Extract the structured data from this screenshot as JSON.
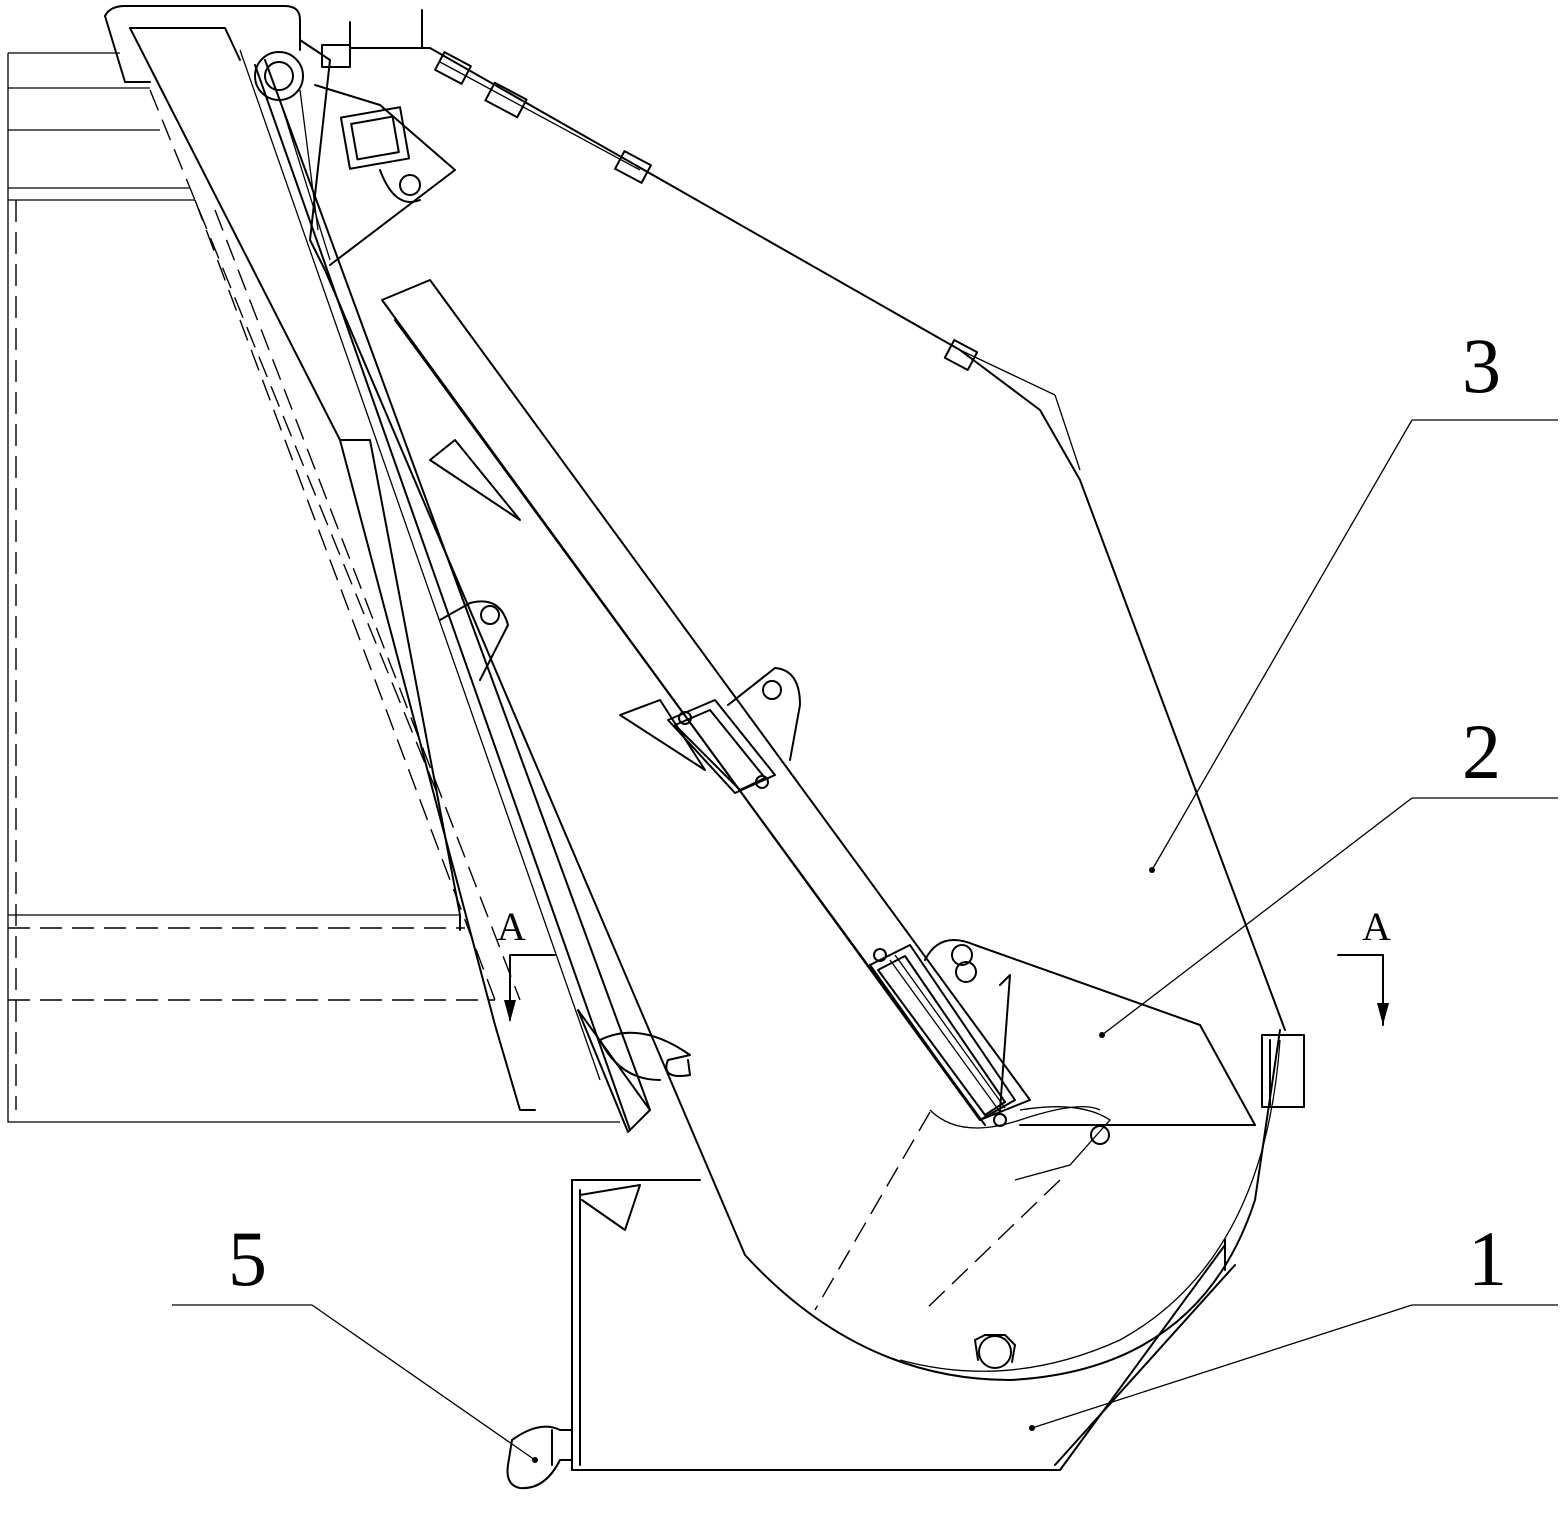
{
  "callouts": [
    {
      "label": "3"
    },
    {
      "label": "2"
    },
    {
      "label": "1"
    },
    {
      "label": "5"
    }
  ],
  "section_marks": [
    {
      "letter": "A"
    },
    {
      "letter": "A"
    }
  ]
}
